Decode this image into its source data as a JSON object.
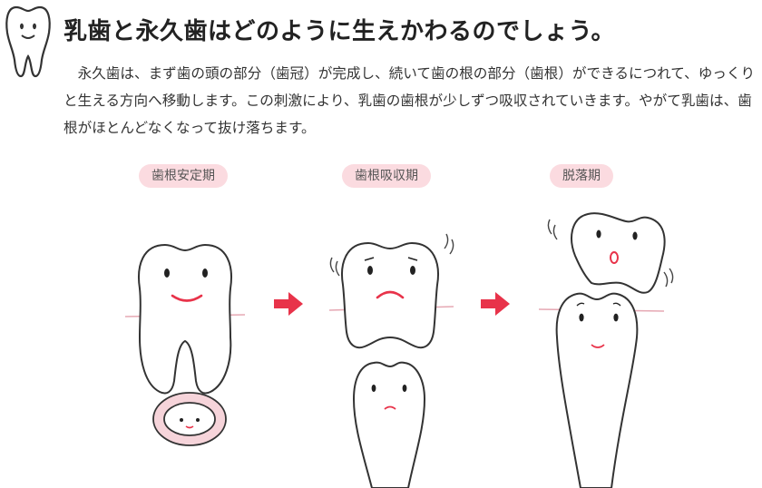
{
  "header": {
    "title": "乳歯と永久歯はどのように生えかわるのでしょう。"
  },
  "intro": {
    "text": "永久歯は、まず歯の頭の部分（歯冠）が完成し、続いて歯の根の部分（歯根）ができるにつれて、ゆっくりと生える方向へ移動します。この刺激により、乳歯の歯根が少しずつ吸収されていきます。やがて乳歯は、歯根がほとんどなくなって抜け落ちます。"
  },
  "stages": [
    {
      "label": "歯根安定期"
    },
    {
      "label": "歯根吸収期"
    },
    {
      "label": "脱落期"
    }
  ],
  "colors": {
    "label_bg": "#fbdbe0",
    "arrow": "#e8334a",
    "mouth": "#e8334a",
    "gum_line": "#e6a9b4",
    "outline": "#333333"
  }
}
